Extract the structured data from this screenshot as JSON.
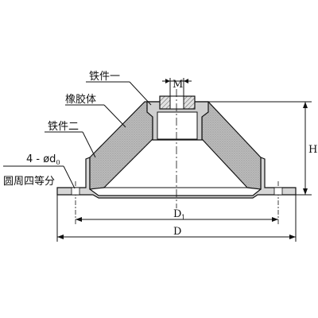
{
  "labels": {
    "part_one": "铁件一",
    "rubber_body": "橡胶体",
    "part_two": "铁件二",
    "holes": "4 - ød",
    "holes_sub": "0",
    "holes_note": "圆周四等分"
  },
  "dimensions": {
    "thread": "M",
    "height": "H",
    "bolt_circle": "D",
    "bolt_circle_sub": "1",
    "outer": "D"
  },
  "colors": {
    "rubber_fill": "#b9b9b9",
    "metal_fill": "#dcdcdc",
    "line": "#111111"
  }
}
